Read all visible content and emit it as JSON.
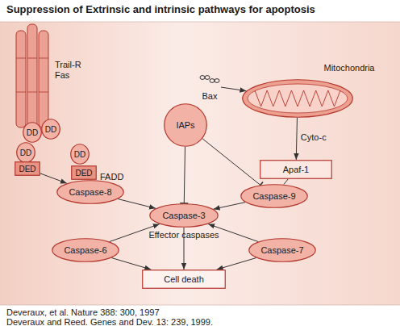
{
  "diagram": {
    "title": "Suppression of Extrinsic and intrinsic pathways for apoptosis",
    "nodes": [
      {
        "text": [
          "Trail-R Fas"
        ]
      },
      {
        "text": [
          "DD"
        ]
      },
      {
        "text": [
          "DD"
        ]
      },
      {
        "text": [
          "DD"
        ]
      },
      {
        "text": [
          "DD"
        ]
      },
      {
        "text": [
          "DED"
        ]
      },
      {
        "text": [
          "DED"
        ]
      },
      {
        "text": [
          "IAPs"
        ]
      },
      {
        "text": [
          "Bax"
        ]
      },
      {
        "text": [
          "Mitochondria"
        ]
      },
      {
        "text": [
          "Apaf-1"
        ]
      },
      {
        "text": [
          "Caspase-8"
        ]
      },
      {
        "text": [
          "Caspase-9"
        ]
      },
      {
        "text": [
          "Caspase-3"
        ]
      },
      {
        "text": [
          "Caspase-6"
        ]
      },
      {
        "text": [
          "Caspase-7"
        ]
      },
      {
        "text": [
          "Cell death"
        ]
      }
    ],
    "edges": [
      {
        "from": 5,
        "to": 11,
        "arrow": "to"
      },
      {
        "from": 7,
        "to": 13,
        "arrow": "to"
      },
      {
        "from": 7,
        "to": 12,
        "arrow": "to"
      },
      {
        "from": 8,
        "to": 9,
        "arrow": "to"
      },
      {
        "from": 9,
        "to": 10,
        "label": "Cyto-c",
        "arrow": "to"
      },
      {
        "from": 10,
        "to": 12,
        "arrow": "none"
      },
      {
        "from": 11,
        "to": 13,
        "arrow": "to"
      },
      {
        "from": 12,
        "to": 13,
        "arrow": "to"
      },
      {
        "from": 14,
        "to": 13,
        "arrow": "to"
      },
      {
        "from": 15,
        "to": 13,
        "arrow": "to"
      },
      {
        "from": 13,
        "to": 16,
        "arrow": "to"
      },
      {
        "from": 14,
        "to": 16,
        "arrow": "to"
      },
      {
        "from": 15,
        "to": 16,
        "arrow": "to"
      }
    ],
    "labels": [
      "FADD",
      "Effector caspases",
      "Deveraux, et al. Nature 388: 300, 1997",
      "Deveraux and Reed. Genes and Dev. 13: 239, 1999."
    ]
  }
}
